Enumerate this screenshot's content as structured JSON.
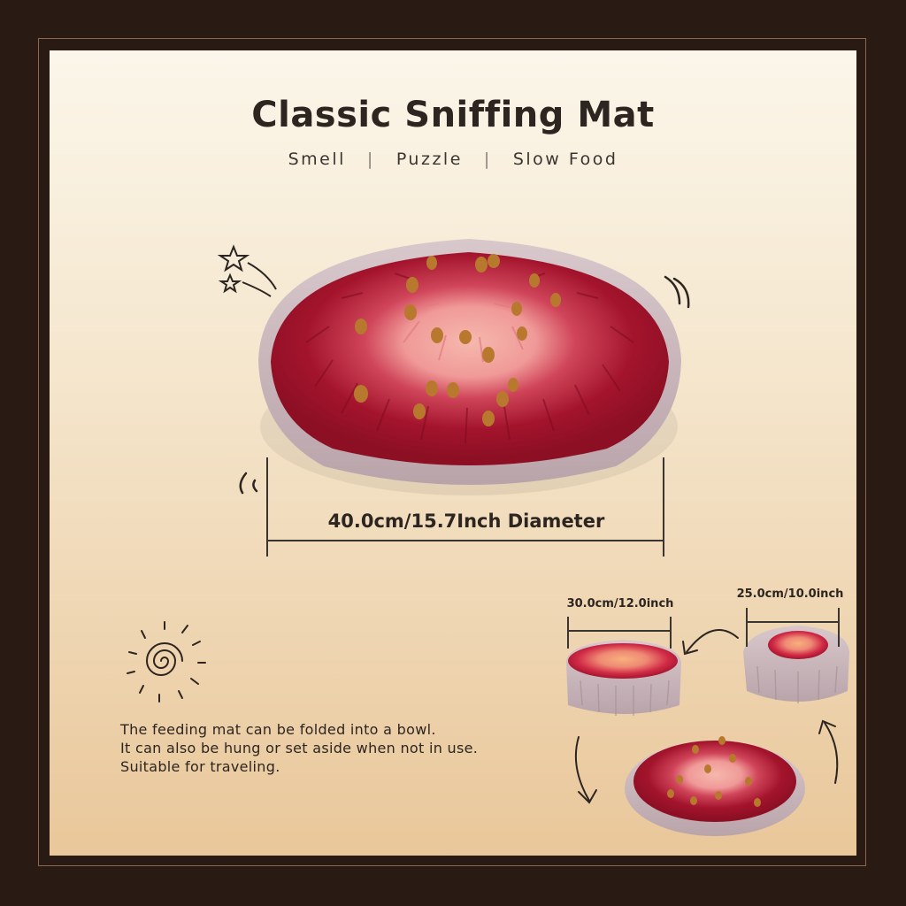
{
  "title": "Classic Sniffing Mat",
  "tags": [
    "Smell",
    "Puzzle",
    "Slow Food"
  ],
  "dimensions": {
    "large": "40.0cm/15.7Inch Diameter",
    "medium": "30.0cm/12.0inch",
    "small": "25.0cm/10.0inch"
  },
  "description": [
    "The feeding mat can be folded into a bowl.",
    "It can also be hung or set aside when not in use.",
    "Suitable for traveling."
  ],
  "colors": {
    "frame": "#2a1a14",
    "background_top": "#fbf6ea",
    "background_bottom": "#e9c79a",
    "felt_dark": "#a3142c",
    "felt_mid": "#c83848",
    "felt_pink": "#f1a0a0",
    "rim": "#c9b7bd",
    "kibble": "#b8792f"
  },
  "icons": [
    "stars-doodle",
    "sound-wave-doodle",
    "swirl-sun-doodle",
    "curved-arrow"
  ]
}
